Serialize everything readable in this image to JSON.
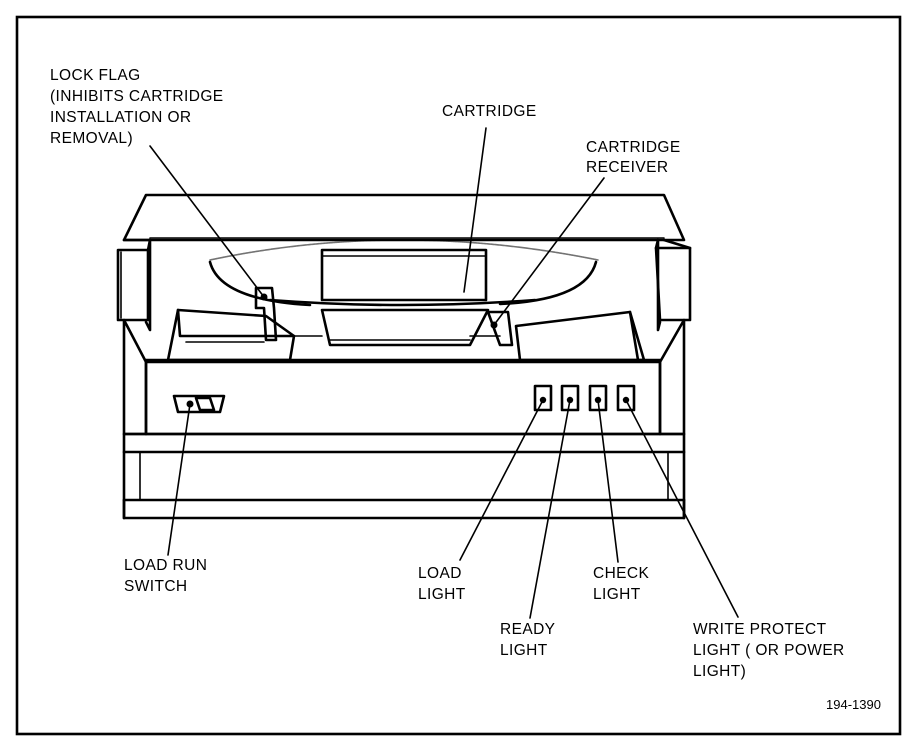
{
  "figure_number": "194-1390",
  "labels": {
    "lock_flag": [
      "LOCK FLAG",
      "(INHIBITS CARTRIDGE",
      "INSTALLATION OR",
      "REMOVAL)"
    ],
    "cartridge": [
      "CARTRIDGE"
    ],
    "cartridge_receiver": [
      "CARTRIDGE",
      "RECEIVER"
    ],
    "load_run_switch": [
      "LOAD RUN",
      "SWITCH"
    ],
    "load_light": [
      "LOAD",
      "LIGHT"
    ],
    "ready_light": [
      "READY",
      "LIGHT"
    ],
    "check_light": [
      "CHECK",
      "LIGHT"
    ],
    "write_protect_light": [
      "WRITE PROTECT",
      "LIGHT ( OR POWER",
      "LIGHT)"
    ]
  }
}
